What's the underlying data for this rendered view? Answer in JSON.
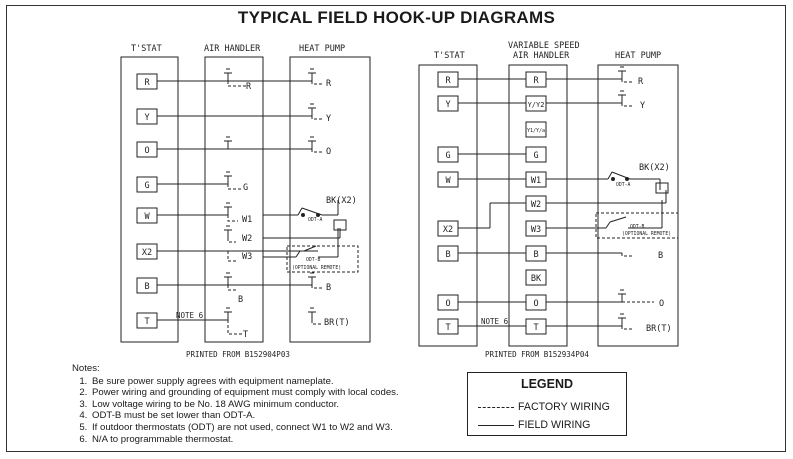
{
  "title": "TYPICAL FIELD HOOK-UP DIAGRAMS",
  "diagram_left": {
    "headers": {
      "tstat": "T'STAT",
      "air_handler": "AIR HANDLER",
      "heat_pump": "HEAT PUMP"
    },
    "terminals": [
      "R",
      "Y",
      "O",
      "G",
      "W",
      "X2",
      "B",
      "T"
    ],
    "ah_labels": [
      "R",
      "G",
      "W1",
      "W2",
      "W3",
      "B",
      "T"
    ],
    "hp_labels": [
      "R",
      "Y",
      "O",
      "B",
      "BR(T)"
    ],
    "bk": "BK(X2)",
    "odt_a": "ODT-A",
    "odt_b": "ODT-B",
    "optional": "(OPTIONAL REMOTE)",
    "note6": "NOTE 6",
    "printed": "PRINTED FROM B152904P03"
  },
  "diagram_right": {
    "headers": {
      "tstat": "T'STAT",
      "air_handler_1": "VARIABLE SPEED",
      "air_handler_2": "AIR HANDLER",
      "heat_pump": "HEAT PUMP"
    },
    "tstat_terminals": [
      "R",
      "Y",
      "G",
      "W",
      "X2",
      "B",
      "O",
      "T"
    ],
    "ah_terminals": [
      "R",
      "Y/Y2",
      "Y1/Y/a",
      "G",
      "W1",
      "W2",
      "W3",
      "B",
      "BK",
      "O",
      "T"
    ],
    "hp_labels": [
      "R",
      "Y",
      "B",
      "O",
      "BR(T)"
    ],
    "bk": "BK(X2)",
    "odt_a": "ODT-A",
    "odt_b": "ODT-B",
    "optional": "(OPTIONAL REMOTE)",
    "note6": "NOTE 6",
    "printed": "PRINTED FROM B152934P04"
  },
  "notes": {
    "header": "Notes:",
    "items": [
      "Be sure power supply agrees with equipment nameplate.",
      "Power wiring and grounding of equipment must comply with local codes.",
      "Low voltage wiring to be No. 18 AWG minimum conductor.",
      "ODT-B must be set lower than ODT-A.",
      "If outdoor thermostats (ODT) are not used, connect W1 to W2 and W3.",
      "N/A to programmable thermostat."
    ]
  },
  "legend": {
    "title": "LEGEND",
    "factory": "FACTORY WIRING",
    "field": "FIELD WIRING"
  }
}
